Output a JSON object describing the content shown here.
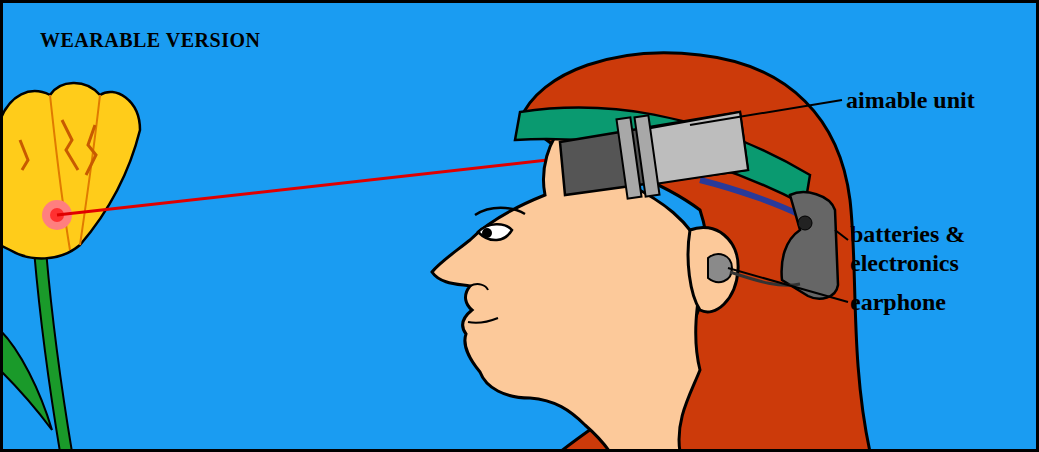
{
  "diagram": {
    "title": "WEARABLE VERSION",
    "labels": [
      "aimable unit",
      "batteries & electronics",
      "earphone"
    ]
  }
}
